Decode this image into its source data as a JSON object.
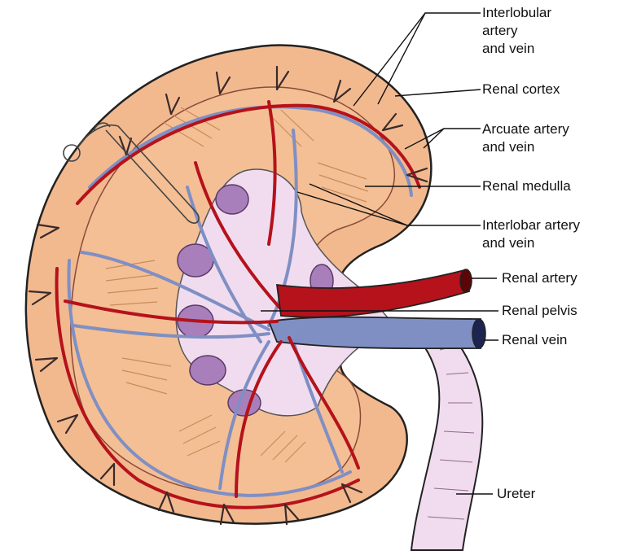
{
  "labels": {
    "interlobular": "Interlobular\nartery\nand vein",
    "renal_cortex": "Renal cortex",
    "arcuate": "Arcuate artery\nand vein",
    "renal_medulla": "Renal medulla",
    "interlobar": "Interlobar artery\nand vein",
    "renal_artery": "Renal artery",
    "renal_pelvis": "Renal pelvis",
    "renal_vein": "Renal vein",
    "ureter": "Ureter"
  },
  "colors": {
    "cortex": "#f2b98f",
    "medulla": "#f4bf94",
    "pyramid_lines": "#c98c5a",
    "pelvis": "#f1dcef",
    "calyx": "#a97fbb",
    "artery": "#b5121b",
    "vein": "#7f8fc4",
    "outline": "#222222"
  }
}
